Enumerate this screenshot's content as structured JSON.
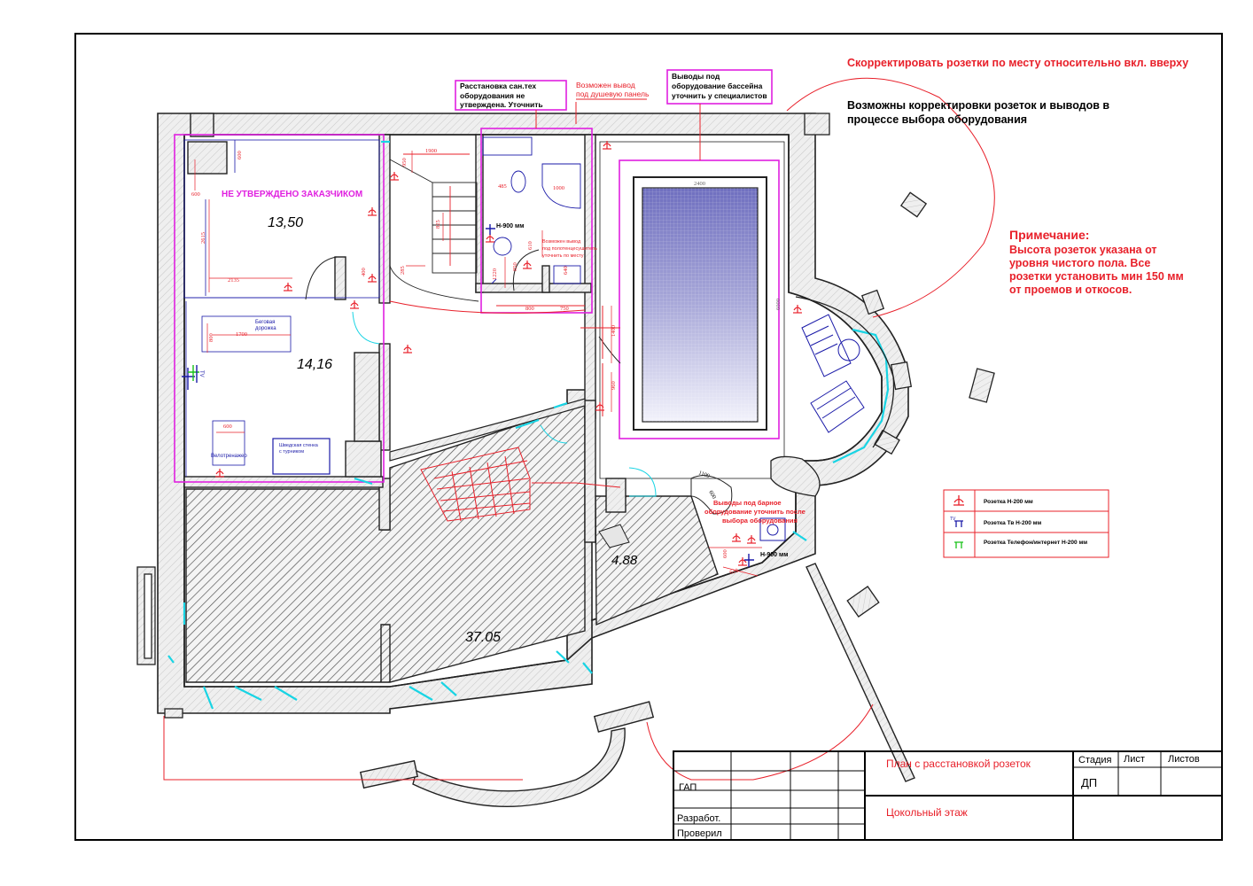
{
  "notes": {
    "top_red": "Скорректировать розетки по месту относительно вкл. вверху",
    "black_line1": "Возможны корректировки розеток и выводов в",
    "black_line2": "процессе выбора оборудования",
    "remark_title": "Примечание:",
    "remark_lines": [
      "Высота розеток указана от",
      "уровня чистого пола. Все",
      "розетки установить мин 150 мм",
      "от проемов и откосов."
    ]
  },
  "callouts": {
    "plumbing": [
      "Расстановка сан.тех",
      "оборудования не",
      "утверждена. Уточнить"
    ],
    "shower": [
      "Возможен вывод",
      "под душевую панель"
    ],
    "pool": [
      "Выводы под",
      "оборудование бассейна",
      "уточнить у специалистов"
    ],
    "bar": [
      "Выводы под барное",
      "оборудование уточнить после",
      "выбора оборудования"
    ],
    "not_approved": "НЕ УТВЕРЖДЕНО ЗАКАЗЧИКОМ",
    "towel": [
      "Возможен вывод",
      "под полотенцесушитель",
      "уточнить по месту"
    ]
  },
  "rooms": {
    "r1": "13,50",
    "r2": "14,16",
    "r3": "37.05",
    "r4": "4.88"
  },
  "equipment": {
    "treadmill": [
      "Беговая",
      "дорожка"
    ],
    "bike": "Велотренажер",
    "wallbars": [
      "Шведская стенка",
      "с турником"
    ],
    "h900_a": "Н-900 мм",
    "h900_b": "Н-900 мм",
    "tv": "TV"
  },
  "dims": {
    "d600a": "600",
    "d600b": "600",
    "d2615": "2615",
    "d2135": "2135",
    "d800": "800",
    "d1700": "1700",
    "d600c": "600",
    "d1900": "1900",
    "d950": "950",
    "d825": "825",
    "d285": "285",
    "d485": "485",
    "d1000": "1000",
    "d610": "610",
    "d1220": "1220",
    "d850": "850",
    "d640": "640",
    "d800b": "800",
    "d750": "750",
    "d1400": "1400",
    "d960": "960",
    "d2400": "2400",
    "d6000": "6000",
    "d400": "400",
    "d1100": "1100",
    "d600d": "600",
    "d610b": "610",
    "d600e": "600"
  },
  "legend": {
    "items": [
      "Розетка Н-200 мм",
      "Розетка Тв Н-200 мм",
      "Розетка Телефон/интернет Н-200 мм"
    ],
    "tv_mark": "TV",
    "colors": {
      "socket": "#e8202a",
      "tv": "#1a1aa8",
      "phone": "#19c219"
    }
  },
  "title_block": {
    "gap": "ГАП",
    "developed": "Разработ.",
    "checked": "Проверил",
    "title": "План с расстановкой розеток",
    "subtitle": "Цокольный этаж",
    "stage_label": "Стадия",
    "sheet_label": "Лист",
    "sheets_label": "Листов",
    "stage_value": "ДП"
  },
  "colors": {
    "wall_fill": "#ececec",
    "red": "#e8202a",
    "magenta": "#e020e0",
    "cyan": "#18d4e4",
    "pool": "#6b6bb8"
  }
}
